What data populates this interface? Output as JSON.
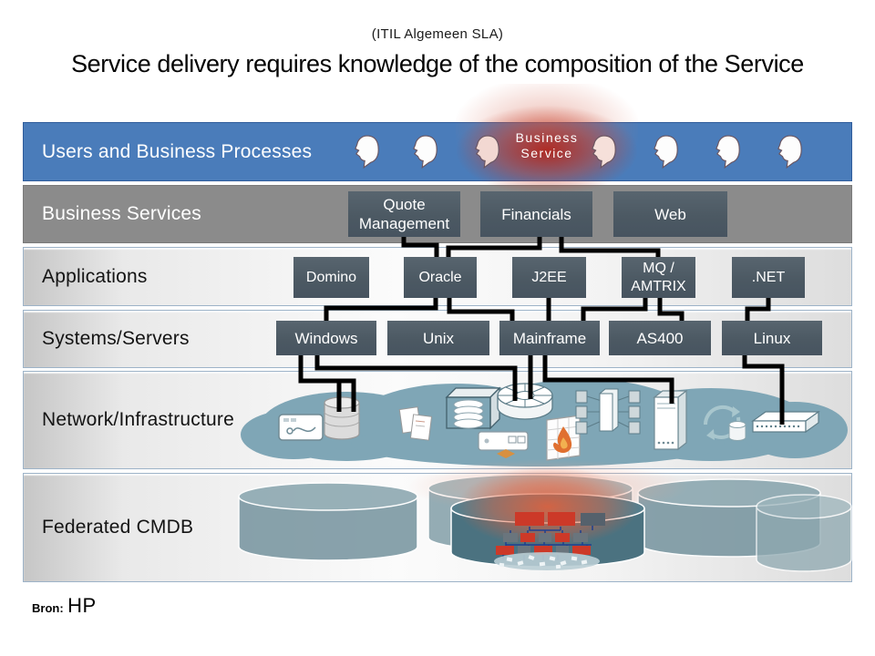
{
  "header": {
    "kicker": "(ITIL Algemeen SLA)",
    "title": "Service delivery requires knowledge of the composition of the Service"
  },
  "users_layer": {
    "label": "Users and Business Processes",
    "head_count": 7,
    "highlight": {
      "line1": "Business",
      "line2": "Service"
    }
  },
  "business_layer": {
    "label": "Business Services",
    "boxes": [
      {
        "label": "Quote Management"
      },
      {
        "label": "Financials"
      },
      {
        "label": "Web"
      }
    ]
  },
  "apps_layer": {
    "label": "Applications",
    "boxes": [
      {
        "label": "Domino"
      },
      {
        "label": "Oracle"
      },
      {
        "label": "J2EE"
      },
      {
        "label": "MQ / AMTRIX"
      },
      {
        "label": ".NET"
      }
    ]
  },
  "systems_layer": {
    "label": "Systems/Servers",
    "boxes": [
      {
        "label": "Windows"
      },
      {
        "label": "Unix"
      },
      {
        "label": "Mainframe"
      },
      {
        "label": "AS400"
      },
      {
        "label": "Linux"
      }
    ]
  },
  "network_layer": {
    "label": "Network/Infrastructure"
  },
  "cmdb_layer": {
    "label": "Federated CMDB"
  },
  "footer": {
    "source_label": "Bron:",
    "source_value": "HP"
  },
  "connections": [
    {
      "from": "Quote Management",
      "to": "Oracle"
    },
    {
      "from": "Financials",
      "to": "Oracle"
    },
    {
      "from": "Financials",
      "to": "MQ / AMTRIX"
    },
    {
      "from": "Oracle",
      "to": "Windows"
    },
    {
      "from": "Oracle",
      "to": "Mainframe"
    },
    {
      "from": "J2EE",
      "to": "Mainframe"
    },
    {
      "from": "MQ / AMTRIX",
      "to": "Mainframe"
    },
    {
      "from": "MQ / AMTRIX",
      "to": "AS400"
    },
    {
      "from": ".NET",
      "to": "Linux"
    },
    {
      "from": "Windows",
      "to": "Network/Infrastructure"
    },
    {
      "from": "Mainframe",
      "to": "Network/Infrastructure"
    },
    {
      "from": "Linux",
      "to": "Network/Infrastructure"
    }
  ],
  "colors": {
    "band_blue": "#4a7cba",
    "band_gray": "#8b8b8b",
    "node_slate": "#4c5963",
    "cloud": "#7fa6b6",
    "cylinder": "#4b7280",
    "glow_red": "#c1301a",
    "connector": "#000000"
  }
}
